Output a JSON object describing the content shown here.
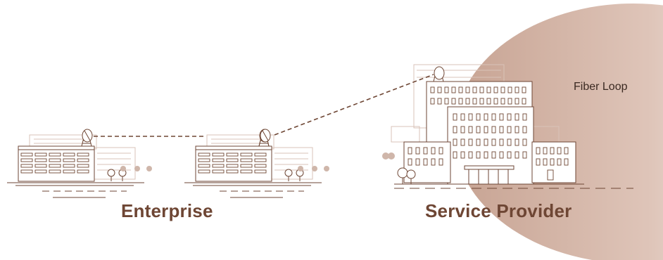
{
  "labels": {
    "enterprise": "Enterprise",
    "service_provider": "Service Provider",
    "fiber_loop": "Fiber Loop"
  },
  "colors": {
    "primary": "#6e4634",
    "light_line": "#cfb6aa",
    "fiber_loop_fill": "#c9a392",
    "caption_text": "#6e4634",
    "fiber_text": "#3b2a22"
  },
  "sites": [
    {
      "name": "enterprise-building-1"
    },
    {
      "name": "enterprise-building-2"
    },
    {
      "name": "service-provider-complex"
    }
  ],
  "links": [
    {
      "from": "enterprise-building-1",
      "to": "enterprise-building-2",
      "style": "dashed"
    },
    {
      "from": "enterprise-building-2",
      "to": "service-provider-complex",
      "style": "dashed"
    }
  ]
}
